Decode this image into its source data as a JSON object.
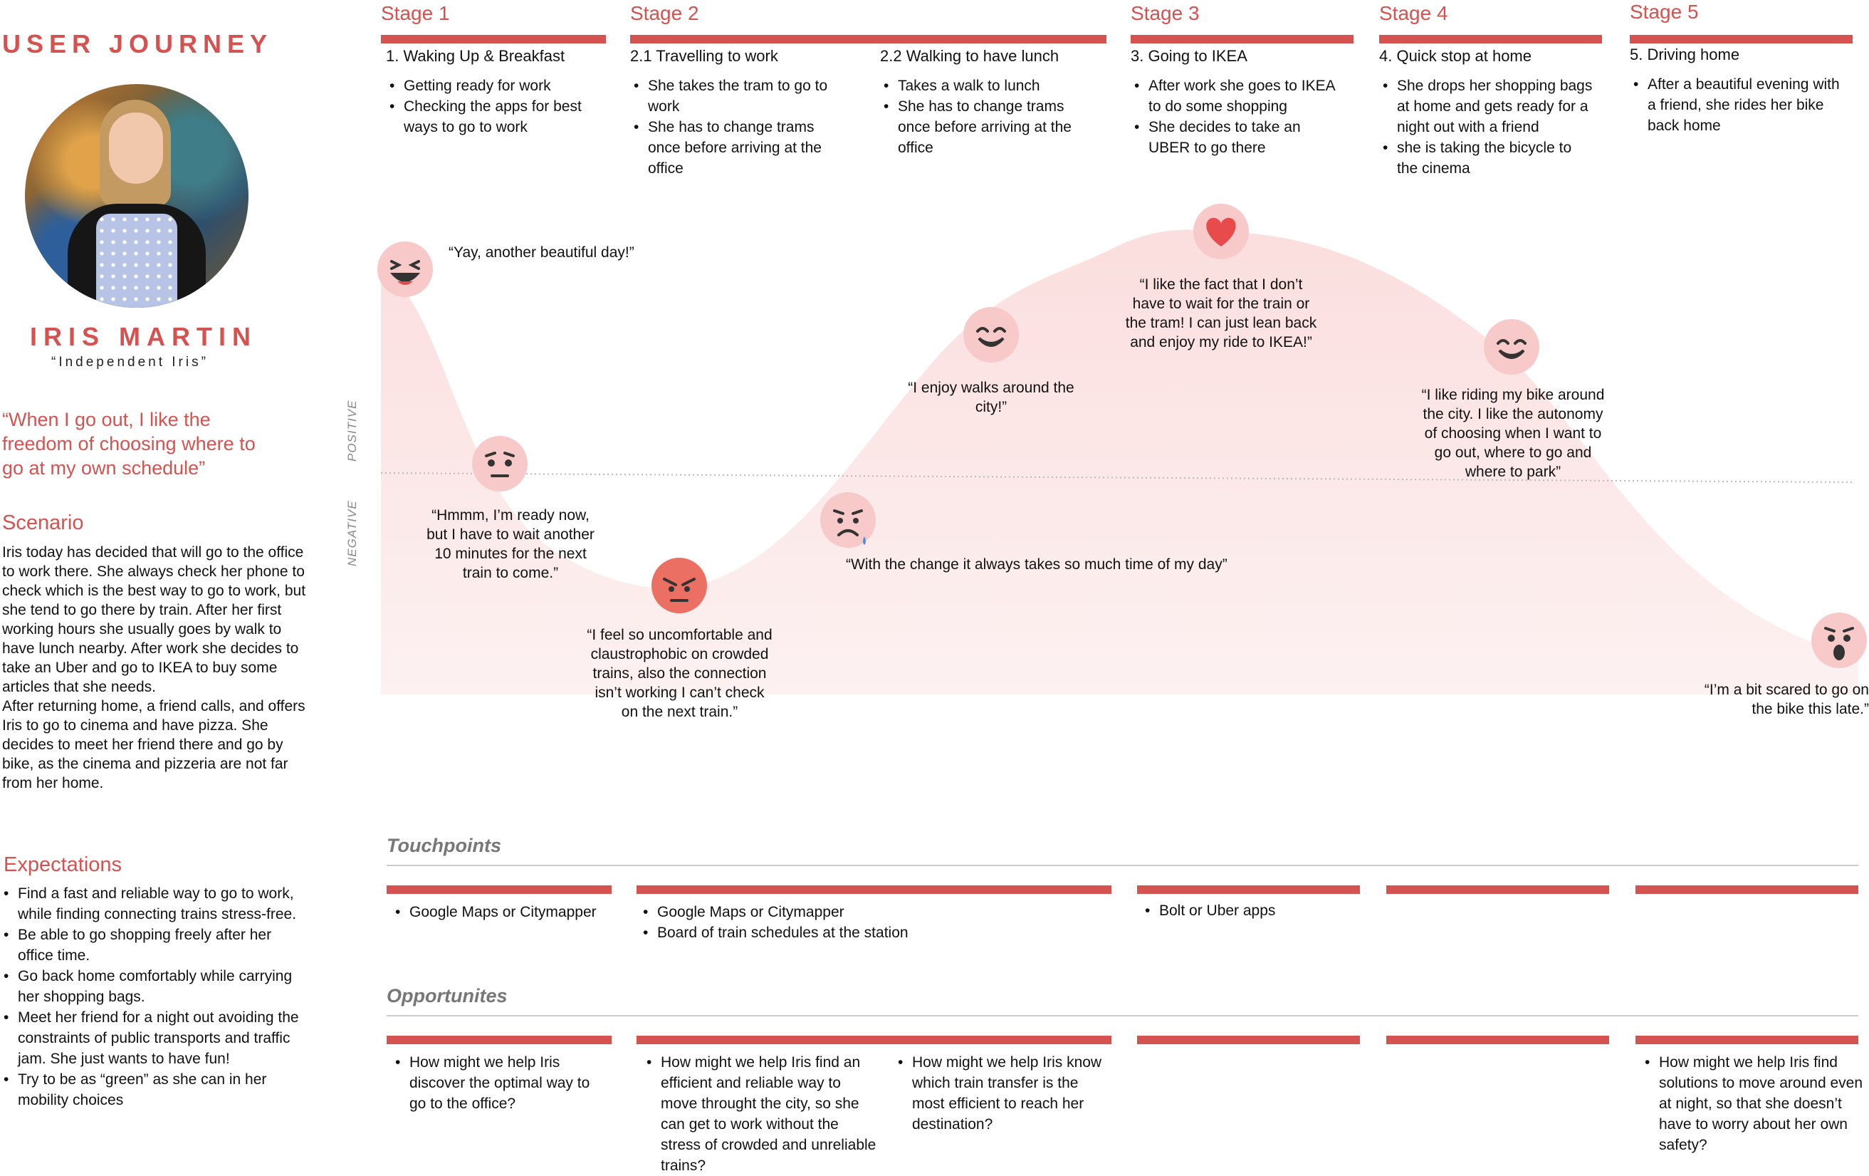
{
  "persona": {
    "title": "USER JOURNEY",
    "name": "IRIS MARTIN",
    "nickname": "“Independent Iris”",
    "quote": "“When I go out, I like the freedom of choosing where to go at my own schedule”",
    "scenario_heading": "Scenario",
    "scenario": "Iris today has decided that will go to the office to work there. She always check her phone to check which is the best way to go to work, but she tend to go there by train. After her first working hours she usually goes by walk to have lunch nearby. After work she decides to take an Uber and go to IKEA to buy some articles that she needs.\nAfter returning home, a friend calls, and offers Iris to go to cinema and have pizza. She decides to meet her friend there and go by bike, as the cinema and pizzeria are not far from her home.",
    "expectations_heading": "Expectations",
    "expectations": [
      "Find a fast and reliable way to go to work, while finding connecting trains stress-free.",
      "Be able to go shopping freely after her office time.",
      "Go back home comfortably while carrying her shopping bags.",
      "Meet her friend for a night out avoiding the constraints of public transports and traffic jam. She just wants to have fun!",
      "Try to be as “green” as she can in her mobility choices"
    ]
  },
  "stages": [
    {
      "label": "Stage 1"
    },
    {
      "label": "Stage 2"
    },
    {
      "label": "Stage 3"
    },
    {
      "label": "Stage 4"
    },
    {
      "label": "Stage 5"
    }
  ],
  "steps": [
    {
      "title": "1. Waking Up & Breakfast",
      "items": [
        "Getting ready for work",
        "Checking the apps for best ways to go to work"
      ]
    },
    {
      "title": "2.1 Travelling to work",
      "items": [
        "She takes the tram to go to work",
        "She has to change trams once before arriving at the office"
      ]
    },
    {
      "title": "2.2 Walking to have lunch",
      "items": [
        "Takes a walk to lunch",
        "She has to change trams once before arriving at the office"
      ]
    },
    {
      "title": "3. Going to IKEA",
      "items": [
        "After work she goes to IKEA to do some shopping",
        "She decides to take an UBER to go there"
      ]
    },
    {
      "title": "4. Quick stop at home",
      "items": [
        "She drops her shopping bags at home  and gets ready for a night out with a friend",
        "she is taking the bicycle to the cinema"
      ]
    },
    {
      "title": "5. Driving home",
      "items": [
        "After a beautiful evening with a friend, she rides her bike back home"
      ]
    }
  ],
  "axis": {
    "positive": "POSITIVE",
    "negative": "NEGATIVE"
  },
  "emotions": [
    {
      "face": "laughing",
      "quote": "“Yay, another beautiful day!”"
    },
    {
      "face": "neutral",
      "quote": "“Hmmm, I’m ready now, but I have to wait another 10 minutes for the next train to come.”"
    },
    {
      "face": "angry",
      "quote": "“I feel so uncomfortable and claustrophobic on crowded trains, also the connection isn’t working I can’t check on the next train.”"
    },
    {
      "face": "sad",
      "quote": "“With the change it always takes so much time of my day”"
    },
    {
      "face": "happy",
      "quote": "“I enjoy walks around the city!”"
    },
    {
      "face": "heart",
      "quote": "“I like the fact that I don’t have to wait for the train or the tram! I can just lean back and enjoy my ride to IKEA!”"
    },
    {
      "face": "happy",
      "quote": "“I like riding my bike around the city. I like the autonomy of choosing when I want to go out, where to go and where to park”"
    },
    {
      "face": "scared",
      "quote": "“I’m a bit scared to go on the bike this late.”"
    }
  ],
  "touchpoints": {
    "heading": "Touchpoints",
    "columns": [
      [
        "Google Maps or Citymapper"
      ],
      [
        "Google Maps or Citymapper",
        "Board of train schedules at the station"
      ],
      [
        "Bolt or Uber apps"
      ],
      [],
      []
    ]
  },
  "opportunities": {
    "heading": "Opportunites",
    "columns": [
      [
        "How might we help Iris discover the optimal way to go to the office?"
      ],
      [
        "How might we help Iris find an efficient and reliable way to move throught the city, so she can get to work without the stress of crowded and unreliable trains?"
      ],
      [
        "How might we help Iris know which train transfer is the most efficient to reach her destination?"
      ],
      [],
      [],
      [
        "How might we help Iris find solutions to move around even at night, so that she doesn’t have to worry about her own safety?"
      ]
    ]
  },
  "colors": {
    "accent": "#d4524f",
    "emotion_fill": "#fbe1e1",
    "face": "#f8c9c9"
  }
}
